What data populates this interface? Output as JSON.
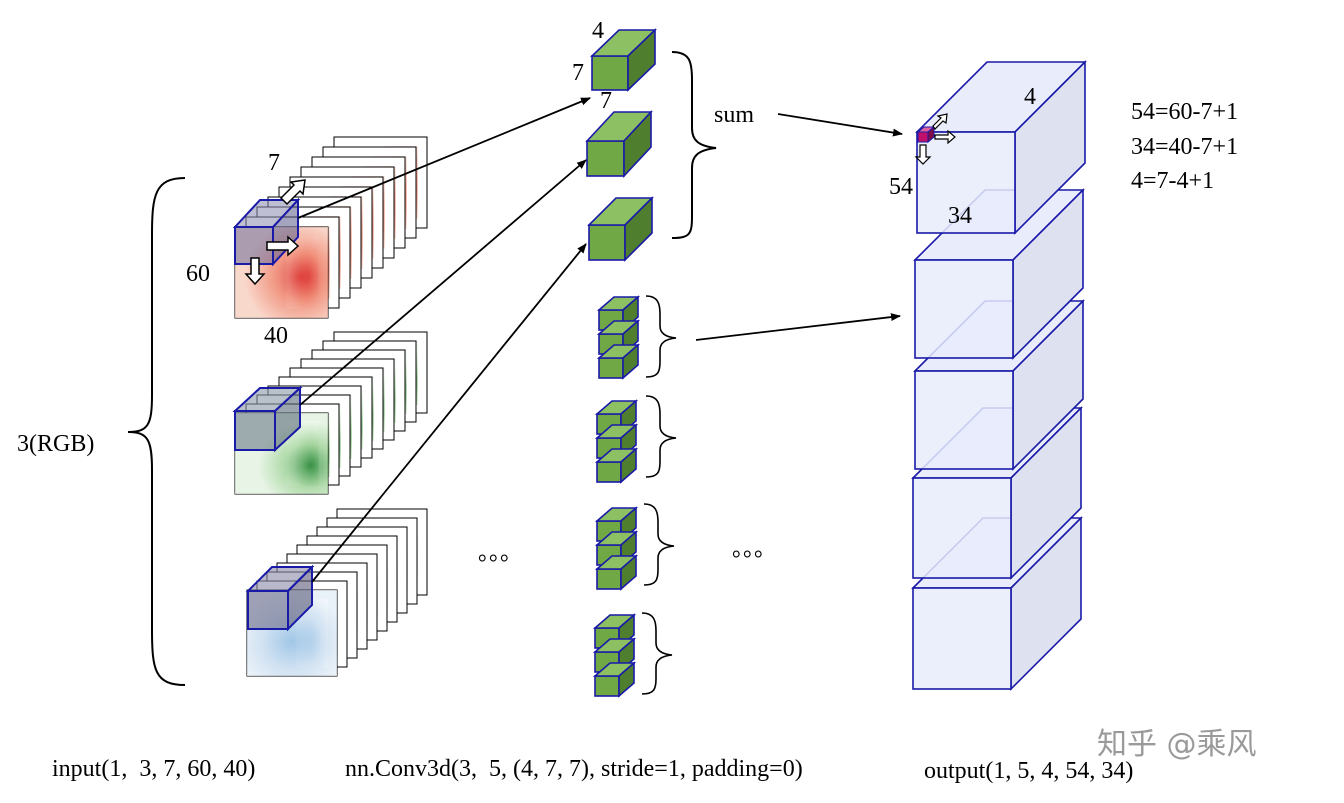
{
  "labels": {
    "input_depth": "7",
    "input_height": "60",
    "input_width": "40",
    "channels": "3(RGB)",
    "kernel_depth": "4",
    "kernel_height": "7",
    "kernel_width": "7",
    "sum": "sum",
    "output_depth": "4",
    "output_height": "54",
    "output_width": "34",
    "ellipsis_left": "。。。",
    "ellipsis_right": "。。。"
  },
  "formulas": [
    "54=60-7+1",
    "34=40-7+1",
    "4=7-4+1"
  ],
  "captions": {
    "input": "input(1,  3, 7, 60, 40)",
    "conv": "nn.Conv3d(3,  5, (4, 7, 7), stride=1, padding=0)",
    "output": "output(1, 5, 4, 54, 34)"
  },
  "watermark": "知乎 @乘风",
  "colors": {
    "red_channel": "#f4c1ae",
    "green_channel": "#d6ecd3",
    "blue_channel": "#d7e5f2",
    "kernel_green": "#70a845",
    "output_box": "#e8ecfb",
    "blue_outline": "#1a1aa8",
    "output_pixel": "#c0106a"
  }
}
